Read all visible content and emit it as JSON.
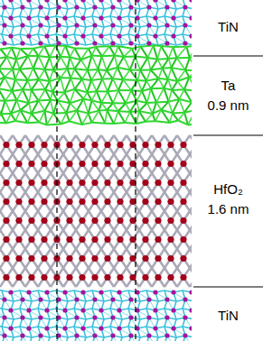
{
  "diagram": {
    "labels": [
      "TiN",
      "Ta",
      "0.9 nm",
      "HfO₂",
      "1.6 nm",
      "TiN"
    ]
  }
}
